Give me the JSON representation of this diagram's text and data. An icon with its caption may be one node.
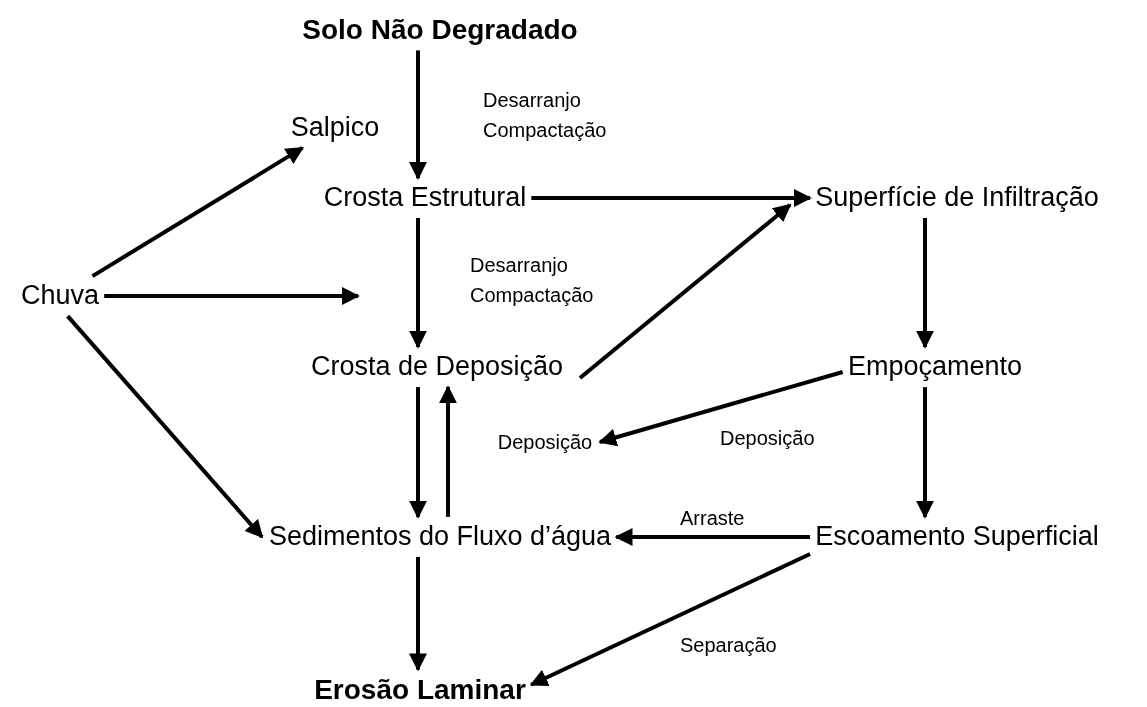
{
  "diagram": {
    "nodes": [
      {
        "text": [
          "Solo Não Degradado"
        ]
      },
      {
        "text": [
          "Salpico"
        ]
      },
      {
        "text": [
          "Crosta Estrutural"
        ]
      },
      {
        "text": [
          "Superfície de Infiltração"
        ]
      },
      {
        "text": [
          "Chuva"
        ]
      },
      {
        "text": [
          "Crosta de Deposição"
        ]
      },
      {
        "text": [
          "Empoçamento"
        ]
      },
      {
        "text": [
          "Deposição"
        ]
      },
      {
        "text": [
          "Sedimentos do Fluxo d’água"
        ]
      },
      {
        "text": [
          "Escoamento Superficial"
        ]
      },
      {
        "text": [
          "Erosão Laminar"
        ]
      }
    ],
    "edges": [
      {
        "from": 0,
        "to": 2,
        "arrow": "to",
        "label": "Desarranjo Compactação"
      },
      {
        "from": 2,
        "to": 3,
        "arrow": "to"
      },
      {
        "from": 2,
        "to": 5,
        "arrow": "to",
        "label": "Desarranjo Compactação"
      },
      {
        "from": 4,
        "to": 1,
        "arrow": "to"
      },
      {
        "from": 4,
        "to": null,
        "arrow": "to"
      },
      {
        "from": 4,
        "to": 8,
        "arrow": "to"
      },
      {
        "from": 5,
        "to": 3,
        "arrow": "to"
      },
      {
        "from": 3,
        "to": 6,
        "arrow": "to"
      },
      {
        "from": 6,
        "to": 7,
        "arrow": "to",
        "label": "Deposição"
      },
      {
        "from": 5,
        "to": 8,
        "arrow": "to"
      },
      {
        "from": 8,
        "to": 5,
        "arrow": "to"
      },
      {
        "from": 6,
        "to": 9,
        "arrow": "to"
      },
      {
        "from": 9,
        "to": 8,
        "arrow": "to",
        "label": "Arraste"
      },
      {
        "from": 8,
        "to": 10,
        "arrow": "to"
      },
      {
        "from": 9,
        "to": 10,
        "arrow": "to",
        "label": "Separação"
      }
    ]
  }
}
